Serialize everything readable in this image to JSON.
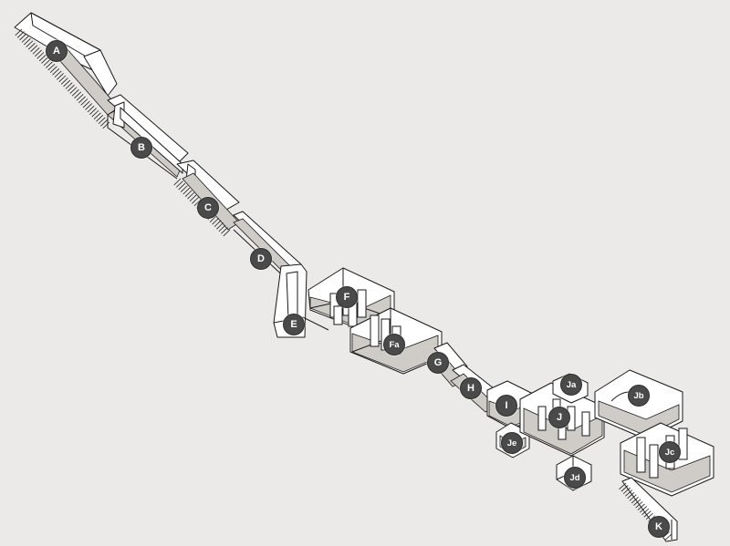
{
  "labels": {
    "A": "A",
    "B": "B",
    "C": "C",
    "D": "D",
    "E": "E",
    "F": "F",
    "Fa": "Fa",
    "G": "G",
    "H": "H",
    "I": "I",
    "J": "J",
    "Ja": "Ja",
    "Jb": "Jb",
    "Jc": "Jc",
    "Jd": "Jd",
    "Je": "Je",
    "K": "K"
  },
  "colors": {
    "background": "#ebeae8",
    "marker": "#4a4a4a",
    "wall": "#ffffff",
    "floor": "#cfcbc6",
    "outline": "#1a1a1a"
  }
}
